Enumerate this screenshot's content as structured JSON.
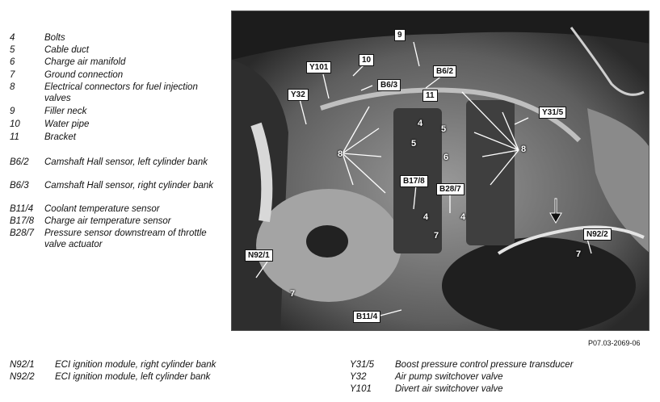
{
  "legend_top": [
    {
      "code": "4",
      "desc": "Bolts"
    },
    {
      "code": "5",
      "desc": "Cable duct"
    },
    {
      "code": "6",
      "desc": "Charge air manifold"
    },
    {
      "code": "7",
      "desc": "Ground connection"
    },
    {
      "code": "8",
      "desc": "Electrical connectors for fuel injection valves"
    },
    {
      "code": "9",
      "desc": "Filler neck"
    },
    {
      "code": "10",
      "desc": "Water pipe"
    },
    {
      "code": "11",
      "desc": "Bracket"
    }
  ],
  "legend_sensors": [
    {
      "code": "B6/2",
      "desc": "Camshaft Hall sensor, left cylinder bank"
    },
    {
      "code": "B6/3",
      "desc": "Camshaft Hall sensor, right cylinder bank"
    },
    {
      "code": "B11/4",
      "desc": "Coolant temperature sensor"
    },
    {
      "code": "B17/8",
      "desc": "Charge air temperature sensor"
    },
    {
      "code": "B28/7",
      "desc": "Pressure sensor downstream of throttle valve actuator"
    }
  ],
  "legend_bottom_left": [
    {
      "code": "N92/1",
      "desc": "ECI ignition module, right cylinder bank"
    },
    {
      "code": "N92/2",
      "desc": "ECI ignition module, left cylinder bank"
    }
  ],
  "legend_bottom_right": [
    {
      "code": "Y31/5",
      "desc": "Boost pressure control pressure transducer"
    },
    {
      "code": "Y32",
      "desc": "Air pump switchover valve"
    },
    {
      "code": "Y101",
      "desc": "Divert air switchover valve"
    }
  ],
  "figure_id": "P07.03-2069-06",
  "callouts": {
    "c9": "9",
    "c10": "10",
    "cY101": "Y101",
    "cB63": "B6/3",
    "cB62": "B6/2",
    "cY32": "Y32",
    "c11": "11",
    "cY315": "Y31/5",
    "c4a": "4",
    "c5a": "5",
    "c5b": "5",
    "c6": "6",
    "c8l": "8",
    "c8r": "8",
    "cB178": "B17/8",
    "cB287": "B28/7",
    "c4b": "4",
    "c4c": "4",
    "c7a": "7",
    "cN922": "N92/2",
    "c7b": "7",
    "cN921": "N92/1",
    "c7c": "7",
    "cB114": "B11/4"
  }
}
